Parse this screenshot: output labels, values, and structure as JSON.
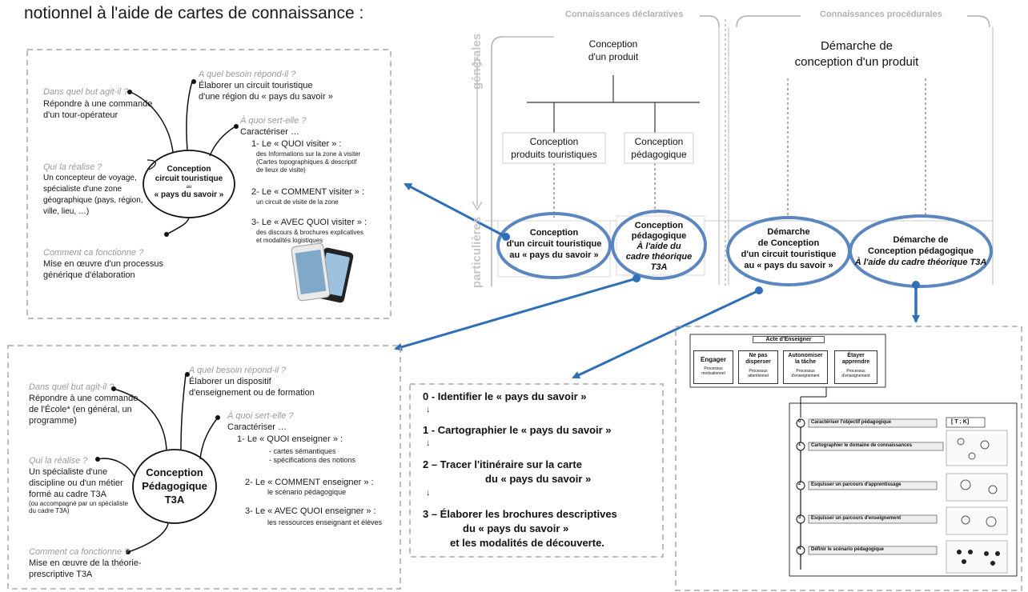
{
  "intro": "notionnel à l'aide de cartes de connaissance :",
  "header": {
    "declarative": "Connaissances déclaratives",
    "procedural": "Connaissances  procédurales",
    "axis_top": "générales",
    "axis_bottom": "particulières"
  },
  "tree": {
    "root": [
      "Conception",
      "d'un produit"
    ],
    "left": [
      "Conception",
      "produits touristiques"
    ],
    "right": [
      "Conception",
      "pédagogique"
    ],
    "leaf_left": [
      "Conception",
      "d'un circuit touristique",
      "au « pays du savoir »"
    ],
    "leaf_right": [
      "Conception",
      "pédagogique",
      "À l'aide du",
      "cadre théorique T3A"
    ],
    "proc_root": [
      "Démarche de",
      "conception d'un produit"
    ],
    "proc_leaf_left": [
      "Démarche",
      "de Conception",
      "d'un circuit touristique",
      "au « pays du savoir »"
    ],
    "proc_leaf_right": [
      "Démarche de",
      "Conception pédagogique",
      "À l'aide du cadre théorique T3A"
    ]
  },
  "map1": {
    "center": [
      "Conception",
      "circuit touristique",
      "au",
      "« pays du savoir »"
    ],
    "q_but": "Dans quel but agit-il ?",
    "a_but": [
      "Répondre à une commande",
      "d'un tour-opérateur"
    ],
    "q_besoin": "A quel besoin répond-il ?",
    "a_besoin": [
      "Élaborer un circuit touristique",
      "d'une région du « pays du savoir »"
    ],
    "q_sert": "À quoi sert-elle ?",
    "a_sert": "Caractériser …",
    "s1": "1- Le « QUOI visiter » :",
    "s1d": [
      "des Informations sur la zone à visiter",
      "(Cartes topographiques & descriptif",
      "de lieux de visite)"
    ],
    "s2": "2- Le « COMMENT visiter » :",
    "s2d": [
      "un circuit de visite de la zone"
    ],
    "s3": "3- Le « AVEC QUOI visiter » :",
    "s3d": [
      "des discours & brochures explicatives",
      "et modalités  logistiques"
    ],
    "q_qui": "Qui la réalise ?",
    "a_qui": [
      "Un concepteur de voyage,",
      "spécialiste d'une zone",
      "géographique (pays, région,",
      "ville, lieu, …)"
    ],
    "q_comment": "Comment ca fonctionne ?",
    "a_comment": [
      "Mise en œuvre d'un processus",
      "générique d'élaboration"
    ]
  },
  "map2": {
    "center": [
      "Conception",
      "Pédagogique",
      "T3A"
    ],
    "q_but": "Dans quel but agit-il ?",
    "a_but": [
      "Répondre à une commande",
      "de l'École* (en général, un",
      "programme)"
    ],
    "q_besoin": "A quel besoin répond-il ?",
    "a_besoin": [
      "Élaborer un dispositif",
      "d'enseignement ou de formation"
    ],
    "q_sert": "À quoi sert-elle ?",
    "a_sert": "Caractériser …",
    "s1": "1- Le « QUOI enseigner » :",
    "s1d": [
      "- cartes sémantiques",
      "- spécifications des notions"
    ],
    "s2": "2- Le « COMMENT enseigner » :",
    "s2d": [
      "le scénario pédagogique"
    ],
    "s3": "3- Le « AVEC QUOI enseigner » :",
    "s3d": [
      "les ressources enseignant et élèves"
    ],
    "q_qui": "Qui la réalise ?",
    "a_qui": [
      "Un spécialiste d'une",
      "discipline ou d'un métier",
      "formé au cadre T3A"
    ],
    "a_qui_note": [
      "(ou accompagné par un spécialiste",
      "du cadre T3A)"
    ],
    "q_comment": "Comment ca fonctionne ?",
    "a_comment": [
      "Mise en œuvre de la théorie-",
      "prescriptive T3A"
    ]
  },
  "steps": [
    "0 - Identifier le « pays du savoir »",
    "1 - Cartographier le « pays du savoir »",
    "2 – Tracer l'itinéraire sur la carte",
    "du « pays du savoir »",
    "3 – Élaborer les brochures descriptives",
    "du « pays du savoir »",
    "et les modalités de découverte."
  ],
  "t3a": {
    "title": "Acte d'Enseigner",
    "boxes": [
      {
        "label": [
          "Engager"
        ],
        "sub": [
          "Processus",
          "motivationnel"
        ]
      },
      {
        "label": [
          "Ne pas",
          "disperser"
        ],
        "sub": [
          "Processus",
          "attentionnel"
        ]
      },
      {
        "label": [
          "Autonomiser",
          "la tâche"
        ],
        "sub": [
          "Processus",
          "d'enseignement"
        ]
      },
      {
        "label": [
          "Étayer",
          "apprendre"
        ],
        "sub": [
          "Processus",
          "d'enseignement"
        ]
      }
    ],
    "steps": [
      {
        "num": "0",
        "label": "Caractériser l'objectif pédagogique"
      },
      {
        "num": "1",
        "label": "Cartographier le domaine de connaissances"
      },
      {
        "num": "2",
        "label": "Esquisser un parcours d'apprentissage"
      },
      {
        "num": "3",
        "label": "Esquisser un parcours d'enseignement"
      },
      {
        "num": "4",
        "label": "Définir le scénario pédagogique"
      }
    ],
    "tk": "[ T ; K]"
  },
  "colors": {
    "accent": "#2f6fb8",
    "ellipse": "#5b86bf",
    "gray": "#9a9a9a"
  }
}
